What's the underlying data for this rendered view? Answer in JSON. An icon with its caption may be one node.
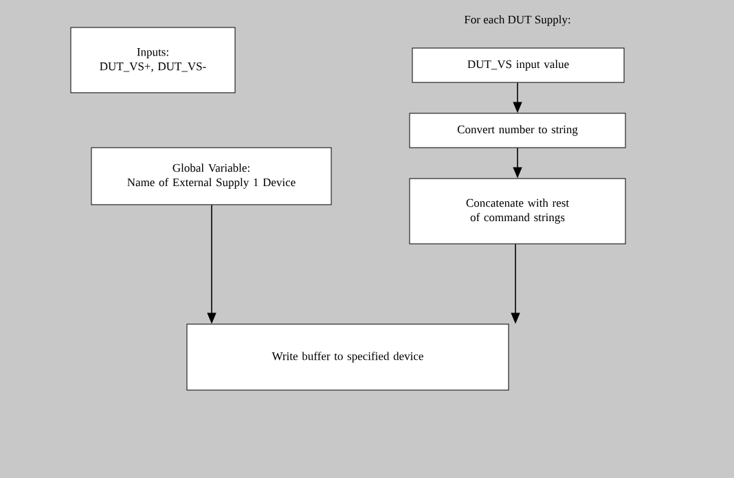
{
  "diagram": {
    "nodes": [
      {
        "text": [
          "Inputs:",
          "DUT_VS+, DUT_VS-"
        ]
      },
      {
        "text": [
          "DUT_VS input value"
        ]
      },
      {
        "text": [
          "Convert number to string"
        ]
      },
      {
        "text": [
          "Concatenate with rest of command strings"
        ]
      },
      {
        "text": [
          "Global Variable:",
          "Name of External Supply 1 Device"
        ]
      },
      {
        "text": [
          "Write buffer to specified device"
        ]
      }
    ],
    "edges": [
      {
        "from": 1,
        "to": 2,
        "arrow": "to"
      },
      {
        "from": 2,
        "to": 3,
        "arrow": "to"
      },
      {
        "from": 3,
        "to": 5,
        "arrow": "to"
      },
      {
        "from": 4,
        "to": 5,
        "arrow": "to"
      }
    ],
    "labels": [
      "For each DUT Supply:"
    ]
  }
}
